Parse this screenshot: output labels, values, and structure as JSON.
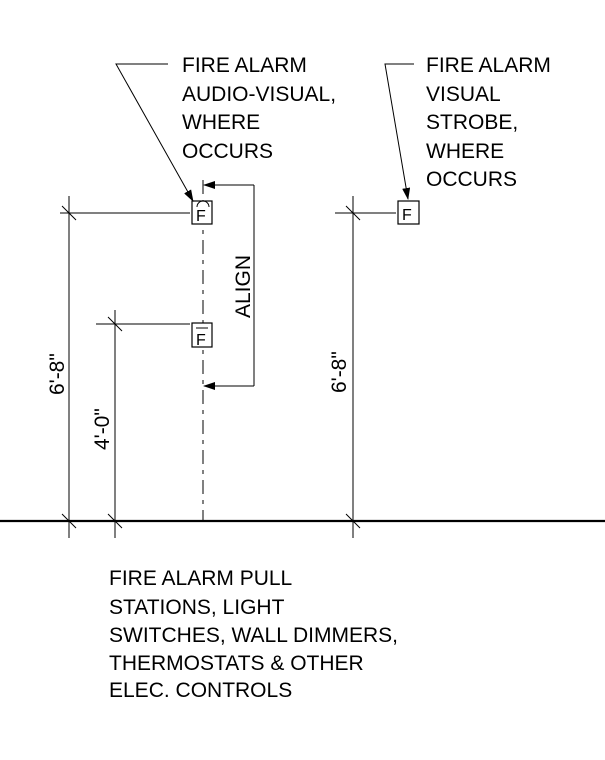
{
  "labels": {
    "audio_visual": [
      "FIRE ALARM",
      "AUDIO-VISUAL,",
      "WHERE",
      "OCCURS"
    ],
    "visual_strobe": [
      "FIRE ALARM",
      "VISUAL",
      "STROBE,",
      "WHERE",
      "OCCURS"
    ],
    "controls": [
      "FIRE ALARM PULL",
      "STATIONS, LIGHT",
      "SWITCHES, WALL DIMMERS,",
      "THERMOSTATS & OTHER",
      "ELEC. CONTROLS"
    ],
    "align": "ALIGN"
  },
  "dimensions": {
    "av_height": "6'-8\"",
    "control_height": "4'-0\"",
    "strobe_height": "6'-8\""
  },
  "devices": {
    "av_symbol": "F",
    "control_symbol": "F",
    "strobe_symbol": "F"
  }
}
